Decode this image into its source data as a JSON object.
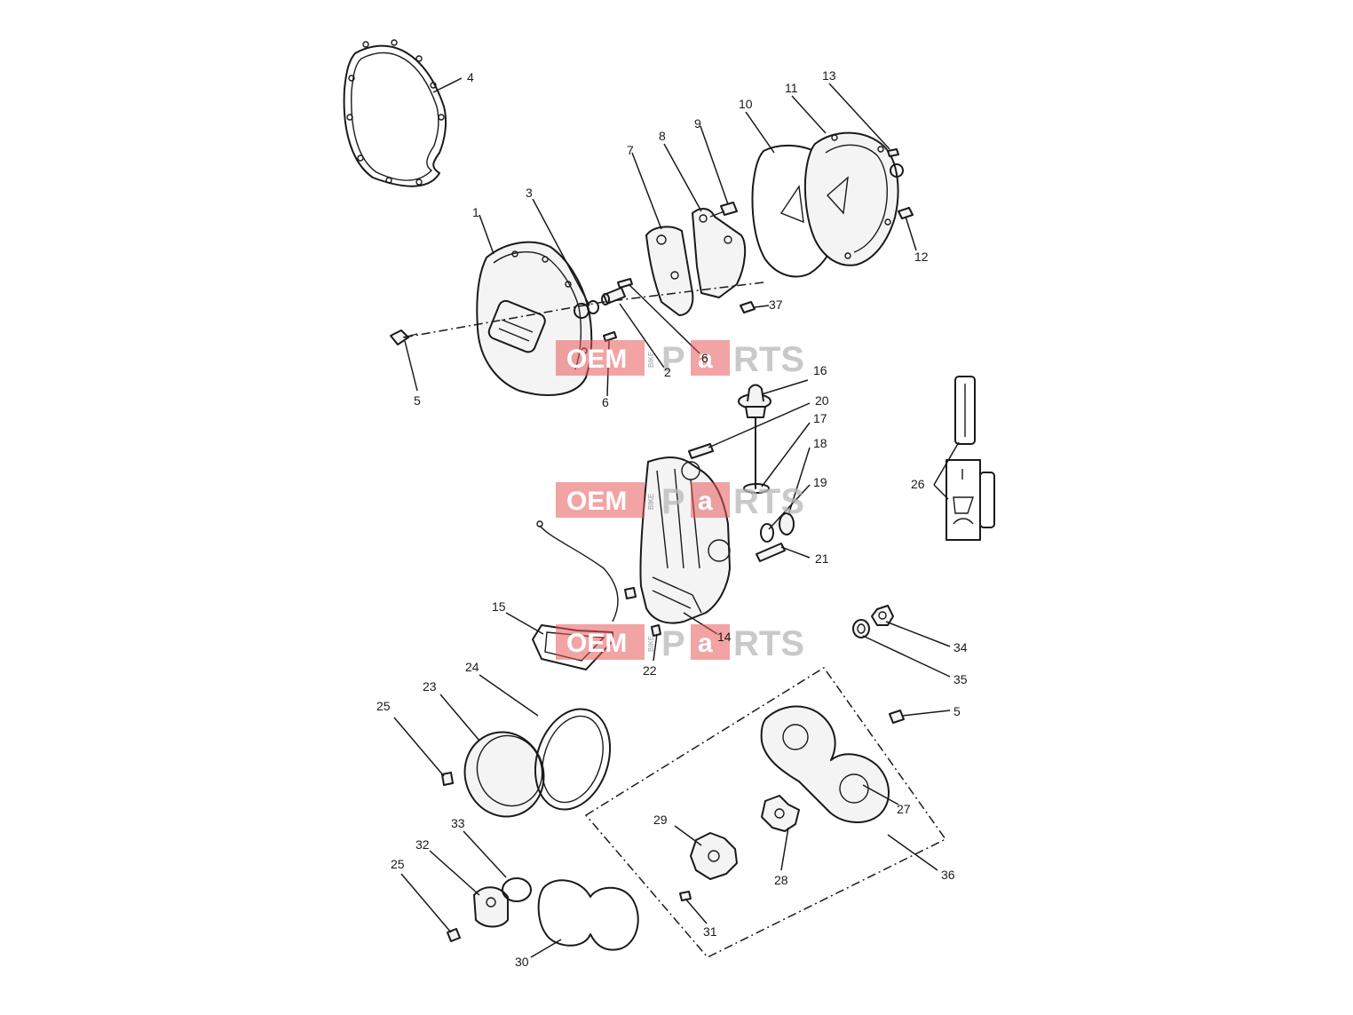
{
  "watermark": {
    "oem": "OEM",
    "bike": "BIKE",
    "p": "P",
    "a": "a",
    "rts": "RTS"
  },
  "labels": [
    {
      "id": "l4",
      "text": "4"
    },
    {
      "id": "l13",
      "text": "13"
    },
    {
      "id": "l11",
      "text": "11"
    },
    {
      "id": "l10",
      "text": "10"
    },
    {
      "id": "l9",
      "text": "9"
    },
    {
      "id": "l8",
      "text": "8"
    },
    {
      "id": "l7",
      "text": "7"
    },
    {
      "id": "l3",
      "text": "3"
    },
    {
      "id": "l1",
      "text": "1"
    },
    {
      "id": "l12",
      "text": "12"
    },
    {
      "id": "l37",
      "text": "37"
    },
    {
      "id": "l5a",
      "text": "5"
    },
    {
      "id": "l6a",
      "text": "6"
    },
    {
      "id": "l2",
      "text": "2"
    },
    {
      "id": "l6b",
      "text": "6"
    },
    {
      "id": "l16",
      "text": "16"
    },
    {
      "id": "l20",
      "text": "20"
    },
    {
      "id": "l17",
      "text": "17"
    },
    {
      "id": "l18",
      "text": "18"
    },
    {
      "id": "l19",
      "text": "19"
    },
    {
      "id": "l21",
      "text": "21"
    },
    {
      "id": "l26",
      "text": "26"
    },
    {
      "id": "l15",
      "text": "15"
    },
    {
      "id": "l14",
      "text": "14"
    },
    {
      "id": "l22",
      "text": "22"
    },
    {
      "id": "l34",
      "text": "34"
    },
    {
      "id": "l35",
      "text": "35"
    },
    {
      "id": "l5b",
      "text": "5"
    },
    {
      "id": "l25a",
      "text": "25"
    },
    {
      "id": "l23",
      "text": "23"
    },
    {
      "id": "l24",
      "text": "24"
    },
    {
      "id": "l27",
      "text": "27"
    },
    {
      "id": "l29",
      "text": "29"
    },
    {
      "id": "l28",
      "text": "28"
    },
    {
      "id": "l36",
      "text": "36"
    },
    {
      "id": "l33",
      "text": "33"
    },
    {
      "id": "l32",
      "text": "32"
    },
    {
      "id": "l25b",
      "text": "25"
    },
    {
      "id": "l31",
      "text": "31"
    },
    {
      "id": "l30",
      "text": "30"
    }
  ]
}
